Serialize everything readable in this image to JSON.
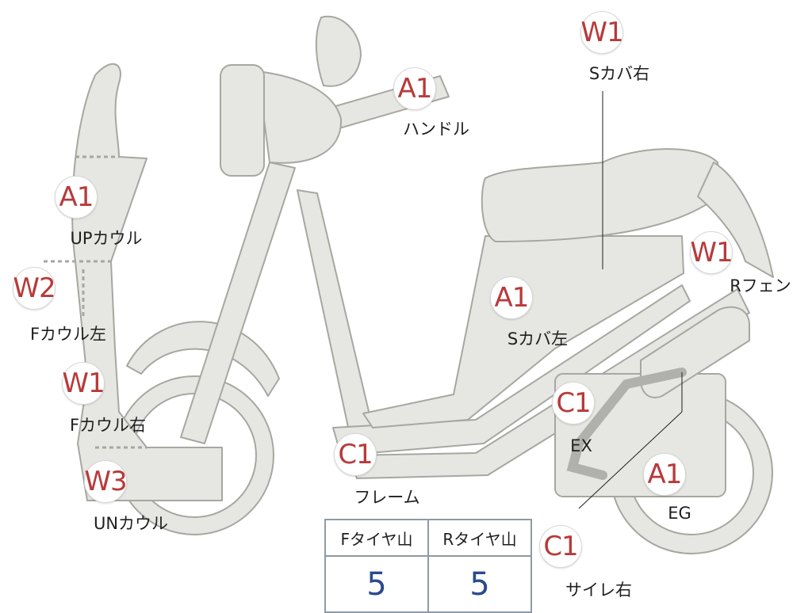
{
  "parts": [
    {
      "id": "up-cowl",
      "grade": "A1",
      "label": "UPカウル"
    },
    {
      "id": "f-cowl-l",
      "grade": "W2",
      "label": "Fカウル左"
    },
    {
      "id": "f-cowl-r",
      "grade": "W1",
      "label": "Fカウル右"
    },
    {
      "id": "un-cowl",
      "grade": "W3",
      "label": "UNカウル"
    },
    {
      "id": "handle",
      "grade": "A1",
      "label": "ハンドル"
    },
    {
      "id": "s-cover-r",
      "grade": "W1",
      "label": "Sカバ右"
    },
    {
      "id": "r-fender",
      "grade": "W1",
      "label": "Rフェン"
    },
    {
      "id": "s-cover-l",
      "grade": "A1",
      "label": "Sカバ左"
    },
    {
      "id": "frame",
      "grade": "C1",
      "label": "フレーム"
    },
    {
      "id": "exhaust",
      "grade": "C1",
      "label": "EX"
    },
    {
      "id": "engine",
      "grade": "A1",
      "label": "EG"
    },
    {
      "id": "muffler-r",
      "grade": "C1",
      "label": "サイレ右"
    }
  ],
  "tread_table": {
    "headers": [
      "Fタイヤ山",
      "Rタイヤ山"
    ],
    "values": [
      "5",
      "5"
    ]
  },
  "colors": {
    "grade_text": "#b83a3a",
    "value_text": "#2c4a8c",
    "body_fill": "#e6e6e2",
    "body_stroke": "#a7a7a2",
    "table_border": "#8f9aa6"
  }
}
